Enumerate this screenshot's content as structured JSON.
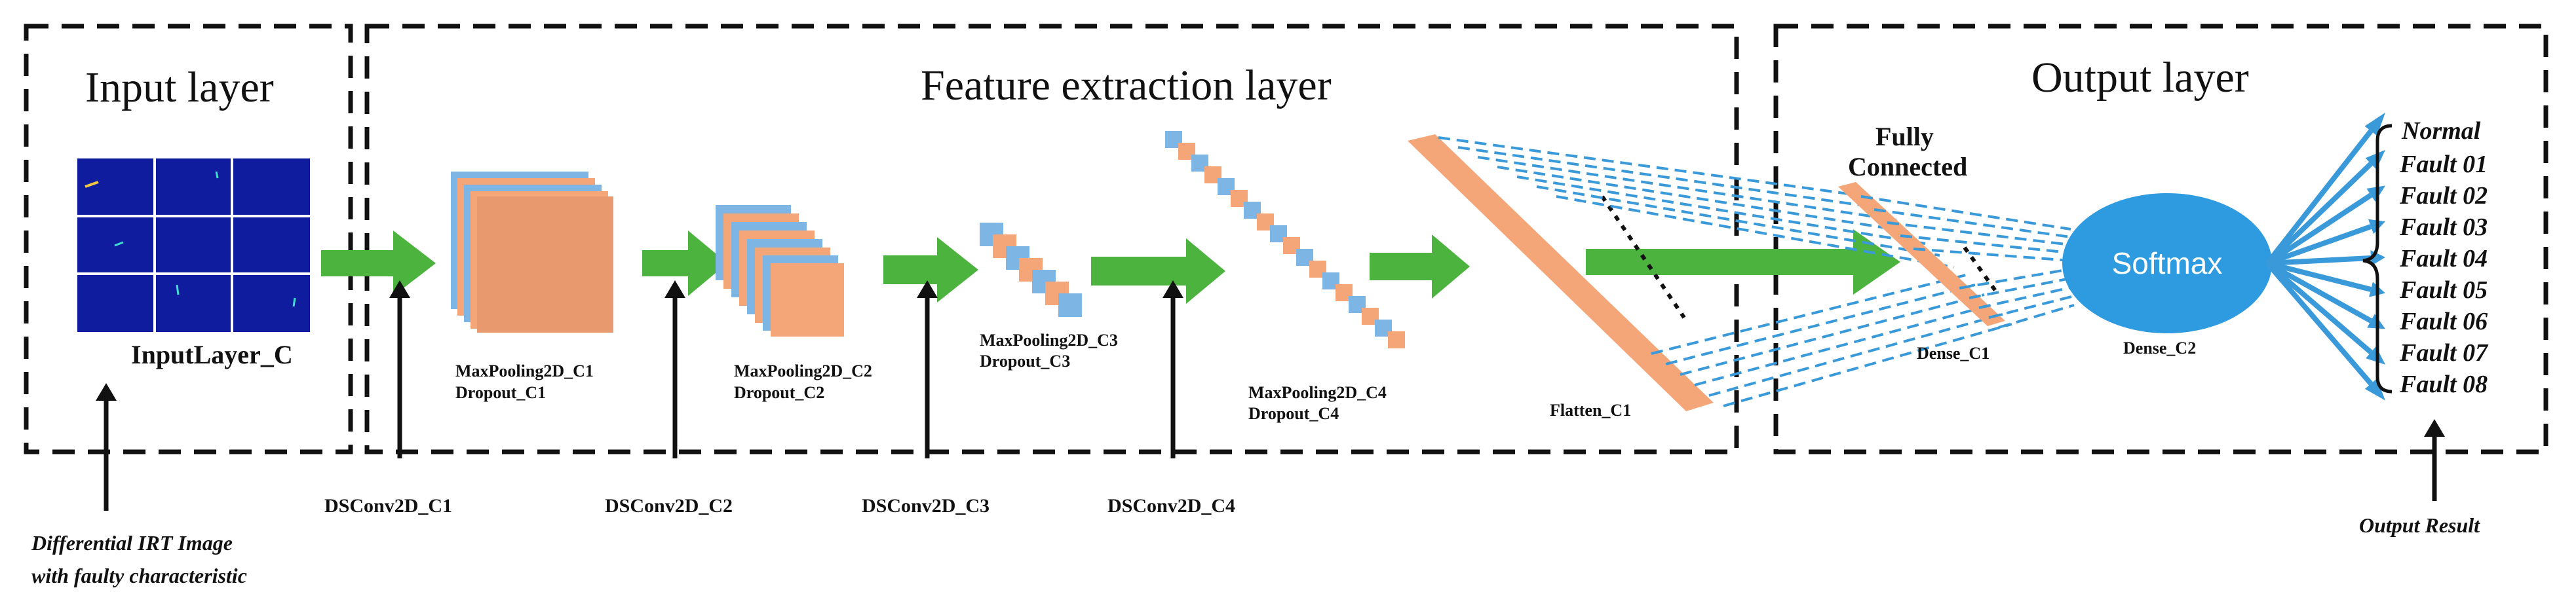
{
  "colors": {
    "orange": "#F4A678",
    "blue": "#7DB6E5",
    "green": "#4DB33F",
    "ellipse": "#2E9BE0",
    "arrow": "#3A9AD9",
    "thermal_bg": "#101C9E"
  },
  "sections": {
    "input": "Input layer",
    "feature": "Feature extraction layer",
    "output": "Output layer"
  },
  "layers": {
    "input": "InputLayer_C",
    "pool1": "MaxPooling2D_C1",
    "drop1": "Dropout_C1",
    "pool2": "MaxPooling2D_C2",
    "drop2": "Dropout_C2",
    "pool3": "MaxPooling2D_C3",
    "drop3": "Dropout_C3",
    "pool4": "MaxPooling2D_C4",
    "drop4": "Dropout_C4",
    "flatten": "Flatten_C1",
    "dense1": "Dense_C1",
    "dense2": "Dense_C2",
    "fully_line1": "Fully",
    "fully_line2": "Connected",
    "softmax": "Softmax"
  },
  "conv_labels": [
    "DSConv2D_C1",
    "DSConv2D_C2",
    "DSConv2D_C3",
    "DSConv2D_C4"
  ],
  "bottom_notes": {
    "input_line1": "Differential IRT Image",
    "input_line2": "with faulty characteristic",
    "output_result": "Output Result"
  },
  "outputs": [
    "Normal",
    "Fault 01",
    "Fault 02",
    "Fault 03",
    "Fault 04",
    "Fault 05",
    "Fault 06",
    "Fault 07",
    "Fault 08"
  ]
}
